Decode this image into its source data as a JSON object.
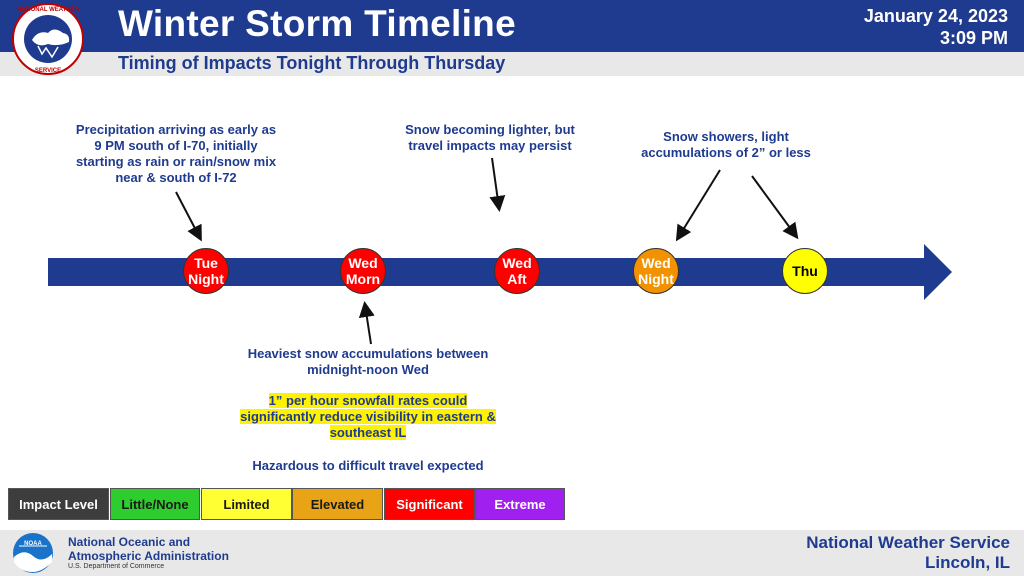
{
  "header": {
    "title": "Winter Storm Timeline",
    "date": "January 24, 2023",
    "time": "3:09 PM",
    "subtitle": "Timing of Impacts Tonight Through Thursday",
    "logo_icon": "nws-logo-icon",
    "logo_text": "NATIONAL WEATHER SERVICE"
  },
  "annotations": {
    "tue_night": [
      "Precipitation arriving as early as",
      "9 PM south of I-70, initially",
      "starting as rain or rain/snow mix",
      "near & south of I-72"
    ],
    "wed_aft": [
      "Snow becoming lighter, but",
      "travel impacts may persist"
    ],
    "wed_night_thu": [
      "Snow showers, light",
      "accumulations of 2” or less"
    ],
    "wed_morn": [
      "Heaviest snow accumulations between",
      "midnight-noon Wed"
    ],
    "highlight": [
      "1” per hour snowfall rates could",
      "significantly reduce visibility in eastern &",
      "southeast IL"
    ],
    "travel": "Hazardous to difficult travel expected"
  },
  "timeline": {
    "arrow_color": "#1f3b8f",
    "nodes": [
      {
        "line1": "Tue",
        "line2": "Night",
        "color": "#ff0000",
        "text_color": "#ffffff"
      },
      {
        "line1": "Wed",
        "line2": "Morn",
        "color": "#ff0000",
        "text_color": "#ffffff"
      },
      {
        "line1": "Wed",
        "line2": "Aft",
        "color": "#ff0000",
        "text_color": "#ffffff"
      },
      {
        "line1": "Wed",
        "line2": "Night",
        "color": "#f39200",
        "text_color": "#ffffff"
      },
      {
        "line1": "Thu",
        "line2": "",
        "color": "#ffff00",
        "text_color": "#000000"
      }
    ]
  },
  "legend": [
    {
      "label": "Impact Level",
      "color": "#3d3d3d",
      "text_color": "#ffffff"
    },
    {
      "label": "Little/None",
      "color": "#2ecc2e",
      "text_color": "#1a1a1a"
    },
    {
      "label": "Limited",
      "color": "#ffff33",
      "text_color": "#1a1a1a"
    },
    {
      "label": "Elevated",
      "color": "#e8a317",
      "text_color": "#1a1a1a"
    },
    {
      "label": "Significant",
      "color": "#ff0000",
      "text_color": "#ffffff"
    },
    {
      "label": "Extreme",
      "color": "#a020f0",
      "text_color": "#ffffff"
    }
  ],
  "footer": {
    "noaa_icon": "noaa-logo-icon",
    "noaa_line1": "National Oceanic and",
    "noaa_line2": "Atmospheric Administration",
    "noaa_sub": "U.S. Department of Commerce",
    "nws_line1": "National Weather Service",
    "nws_line2": "Lincoln, IL"
  }
}
